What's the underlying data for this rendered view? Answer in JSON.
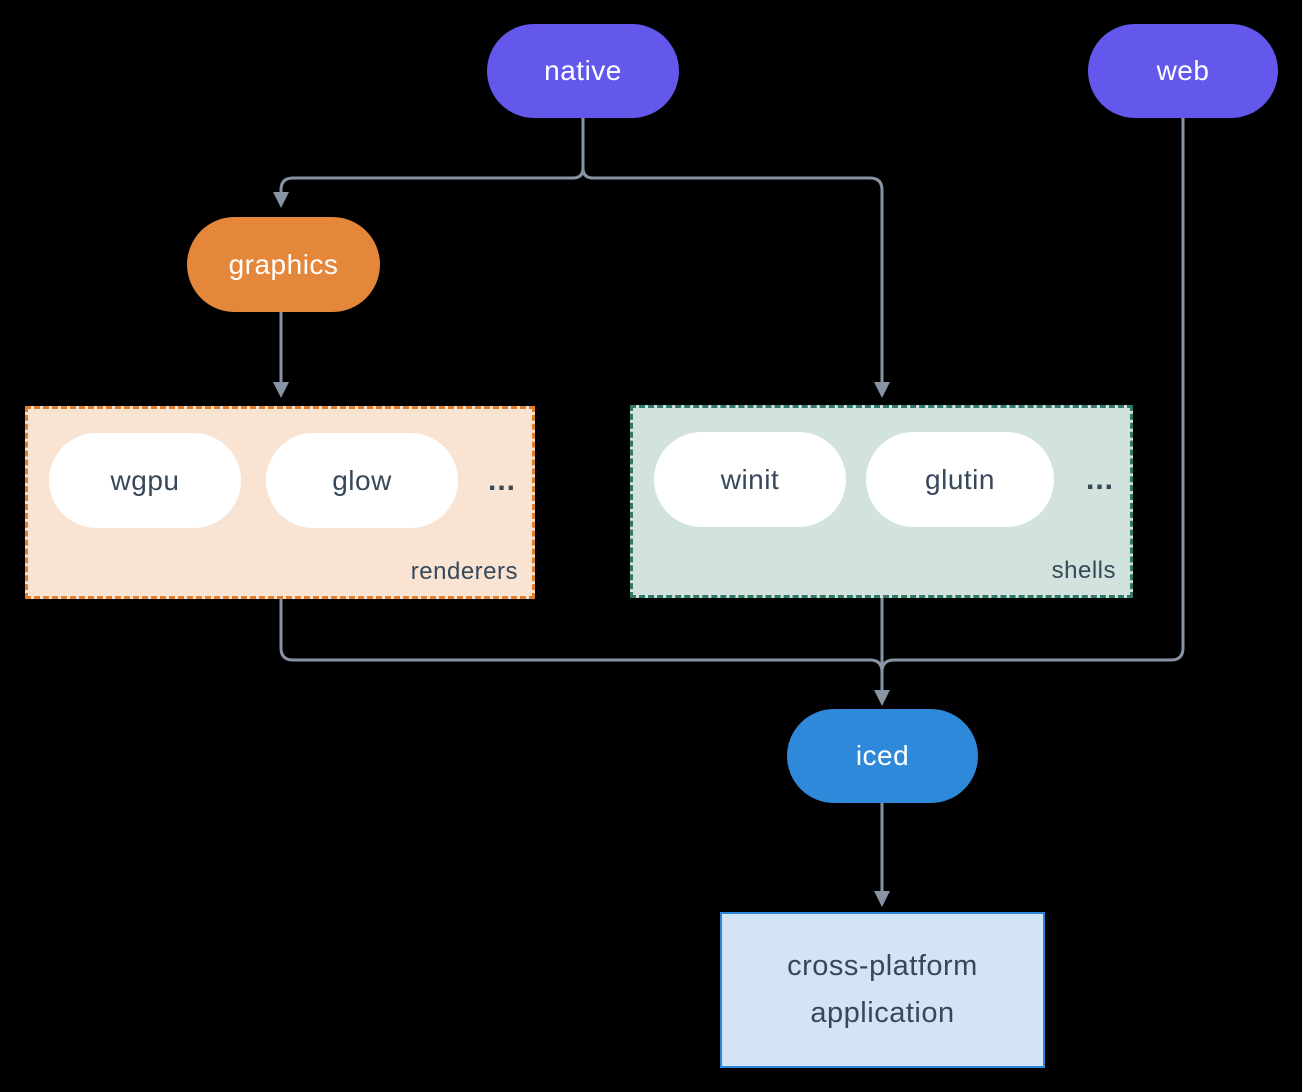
{
  "diagram": {
    "background": "#000000",
    "connector_color": "#8794a3",
    "nodes": {
      "native": {
        "label": "native",
        "color": "#6457ec",
        "text_color": "#ffffff"
      },
      "web": {
        "label": "web",
        "color": "#6457ec",
        "text_color": "#ffffff"
      },
      "graphics": {
        "label": "graphics",
        "color": "#e5873a",
        "text_color": "#ffffff"
      },
      "iced": {
        "label": "iced",
        "color": "#2e89da",
        "text_color": "#ffffff"
      },
      "application": {
        "label": "cross-platform application",
        "line1": "cross-platform",
        "line2": "application",
        "bg": "#d3e4f7",
        "border": "#2e86d8",
        "text_color": "#36485a"
      }
    },
    "groups": {
      "renderers": {
        "label": "renderers",
        "pills": [
          {
            "label": "wgpu"
          },
          {
            "label": "glow"
          }
        ],
        "ellipsis": "...",
        "bg": "#f9e4d4",
        "border": "#e0802e",
        "text_color": "#36485a"
      },
      "shells": {
        "label": "shells",
        "pills": [
          {
            "label": "winit"
          },
          {
            "label": "glutin"
          }
        ],
        "ellipsis": "...",
        "bg": "#d2e2dc",
        "border": "#2f7a6b",
        "text_color": "#36485a"
      }
    },
    "edges": [
      {
        "from": "native",
        "to": "graphics"
      },
      {
        "from": "native",
        "to": "shells"
      },
      {
        "from": "graphics",
        "to": "renderers"
      },
      {
        "from": "renderers",
        "to": "iced"
      },
      {
        "from": "shells",
        "to": "iced"
      },
      {
        "from": "web",
        "to": "iced"
      },
      {
        "from": "iced",
        "to": "application"
      }
    ]
  }
}
